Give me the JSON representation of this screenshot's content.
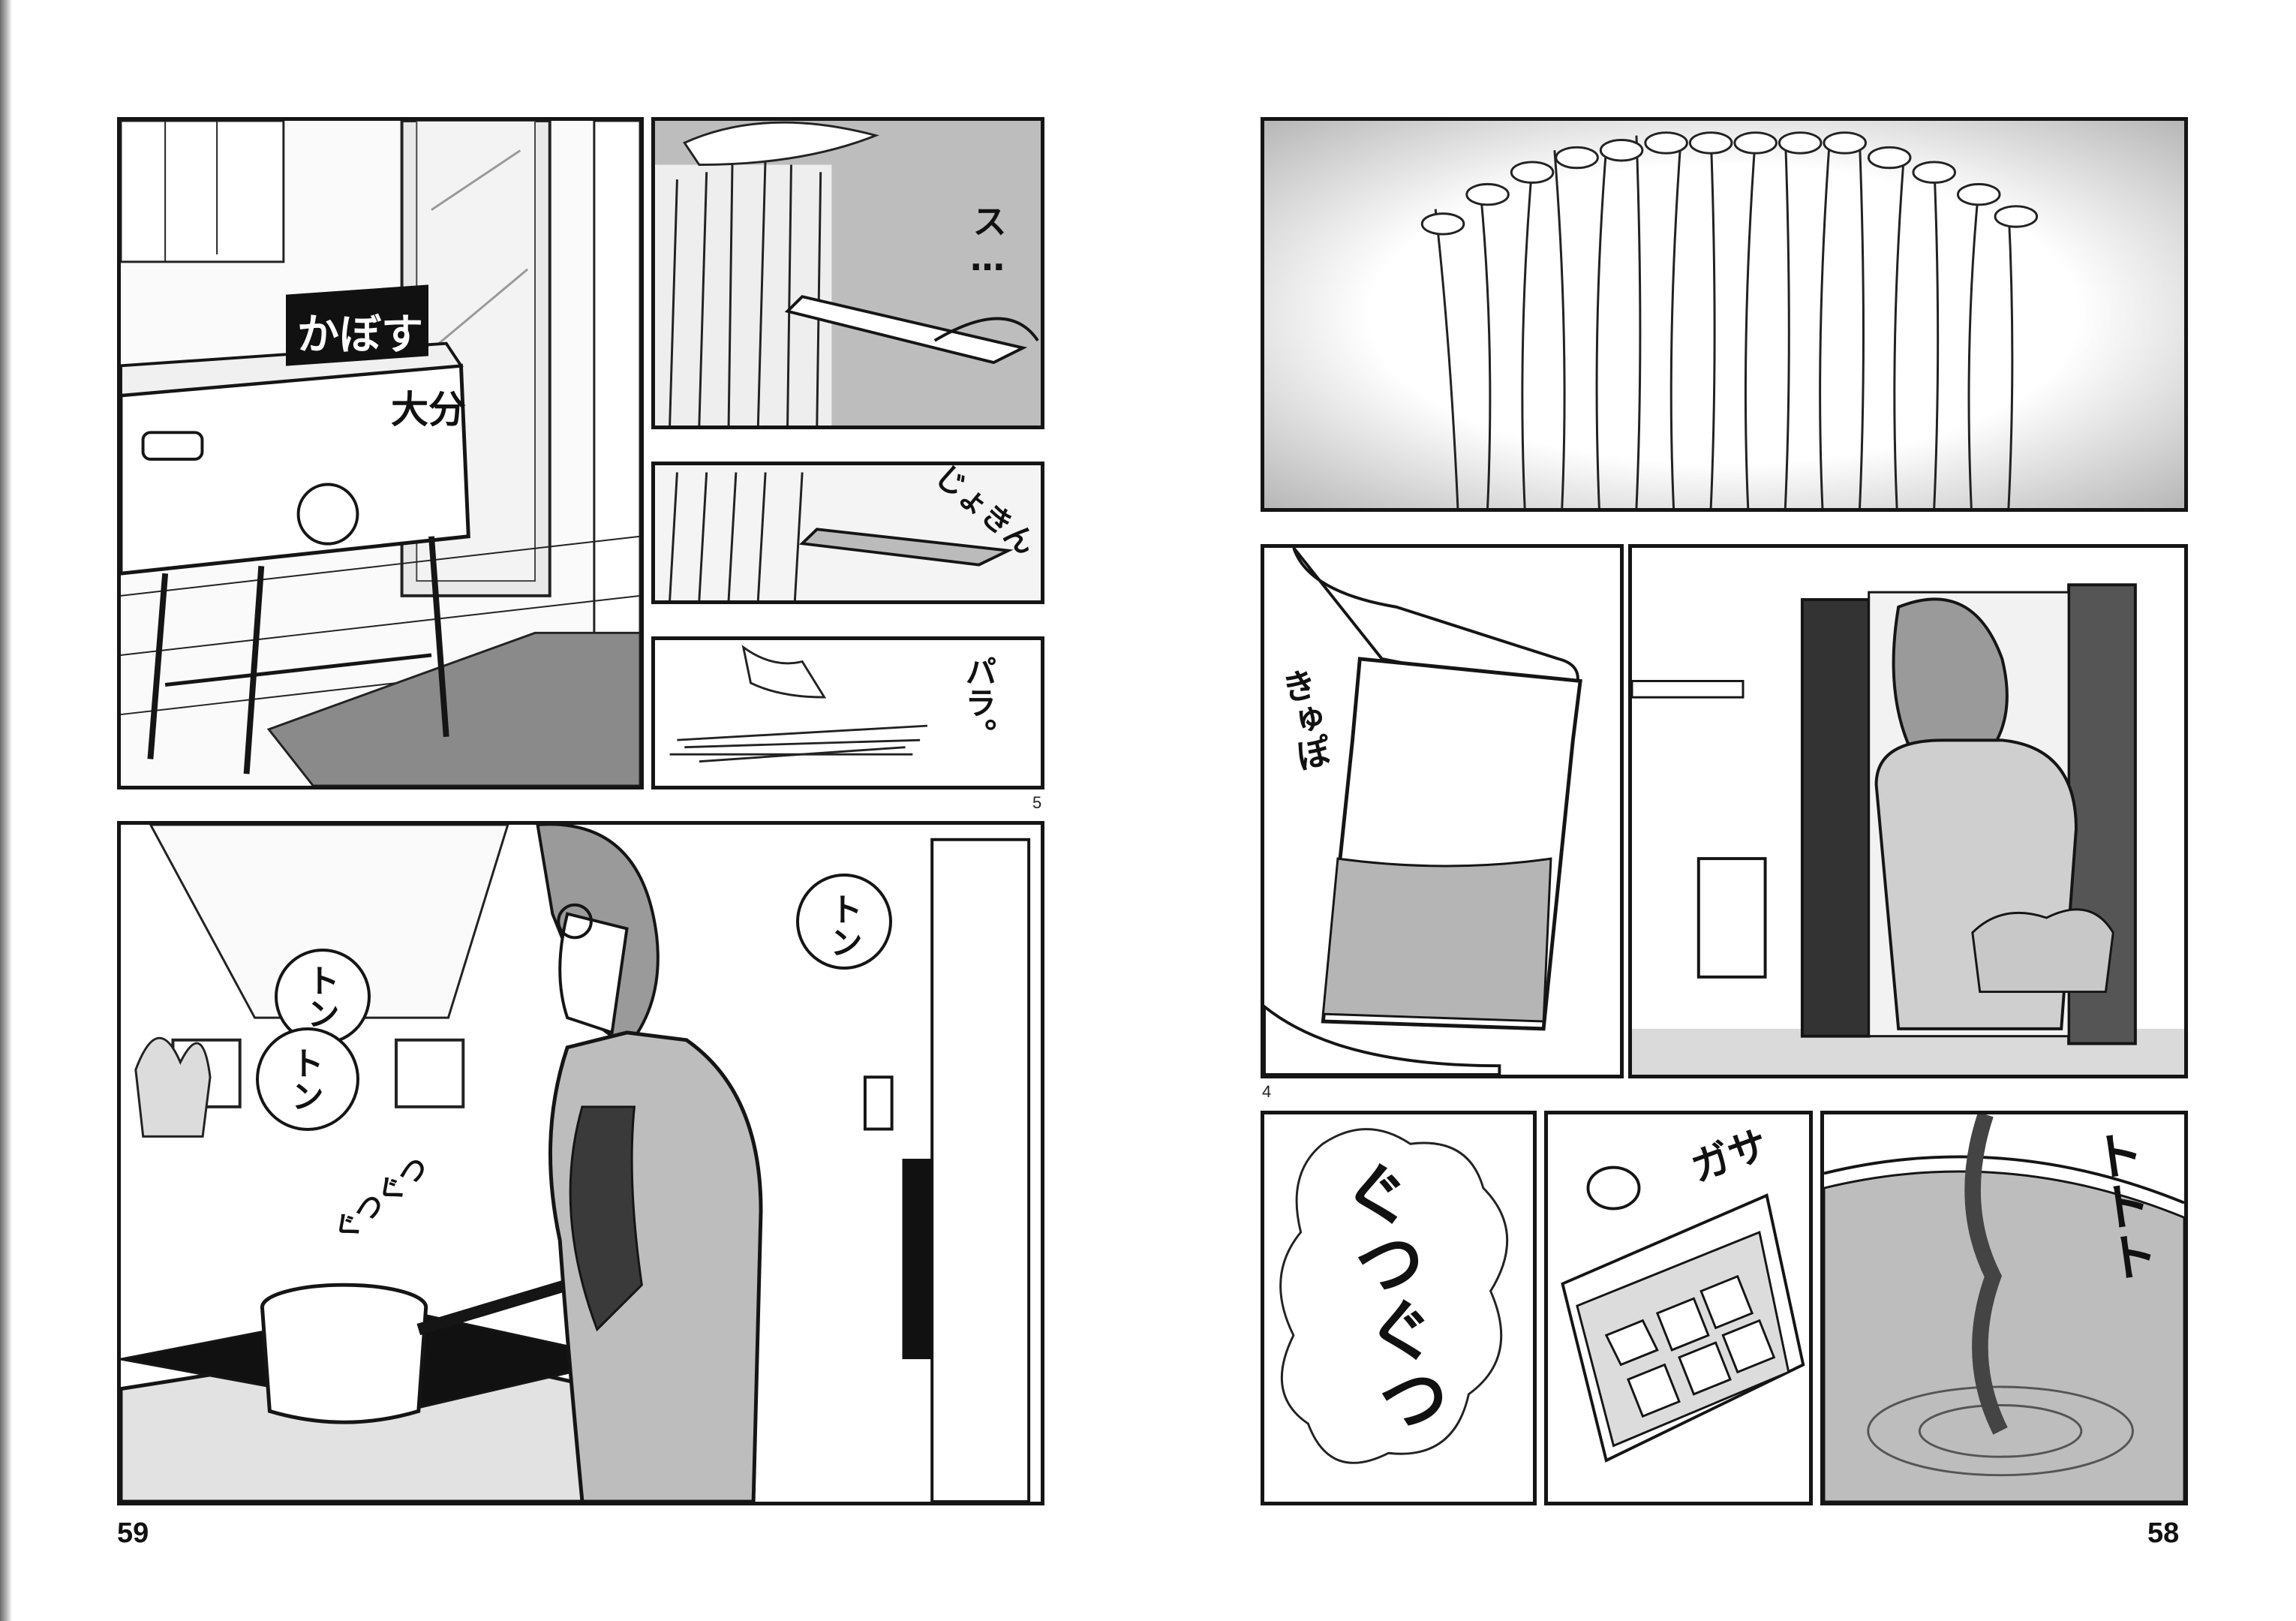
{
  "left_page": {
    "page_number": "59",
    "panel_marker": "5",
    "box_label": "かぼす",
    "box_origin": "大分",
    "sfx_snip": "ス…",
    "sfx_cut": "じょきん",
    "sfx_scatter": "パラ。",
    "sfx_knock_1": "トン",
    "sfx_knock_2": "トン",
    "sfx_knock_3": "トン",
    "sfx_simmer": "ぐつぐつ"
  },
  "right_page": {
    "page_number": "58",
    "panel_marker": "4",
    "sfx_pour_cap": "きゅぽ",
    "sfx_boil": "ぐつぐつ",
    "sfx_rustle": "ガサ",
    "sfx_pour": "トトト"
  },
  "colors": {
    "ink": "#151515",
    "paper": "#ffffff",
    "screentone": "#bdbdbd"
  }
}
